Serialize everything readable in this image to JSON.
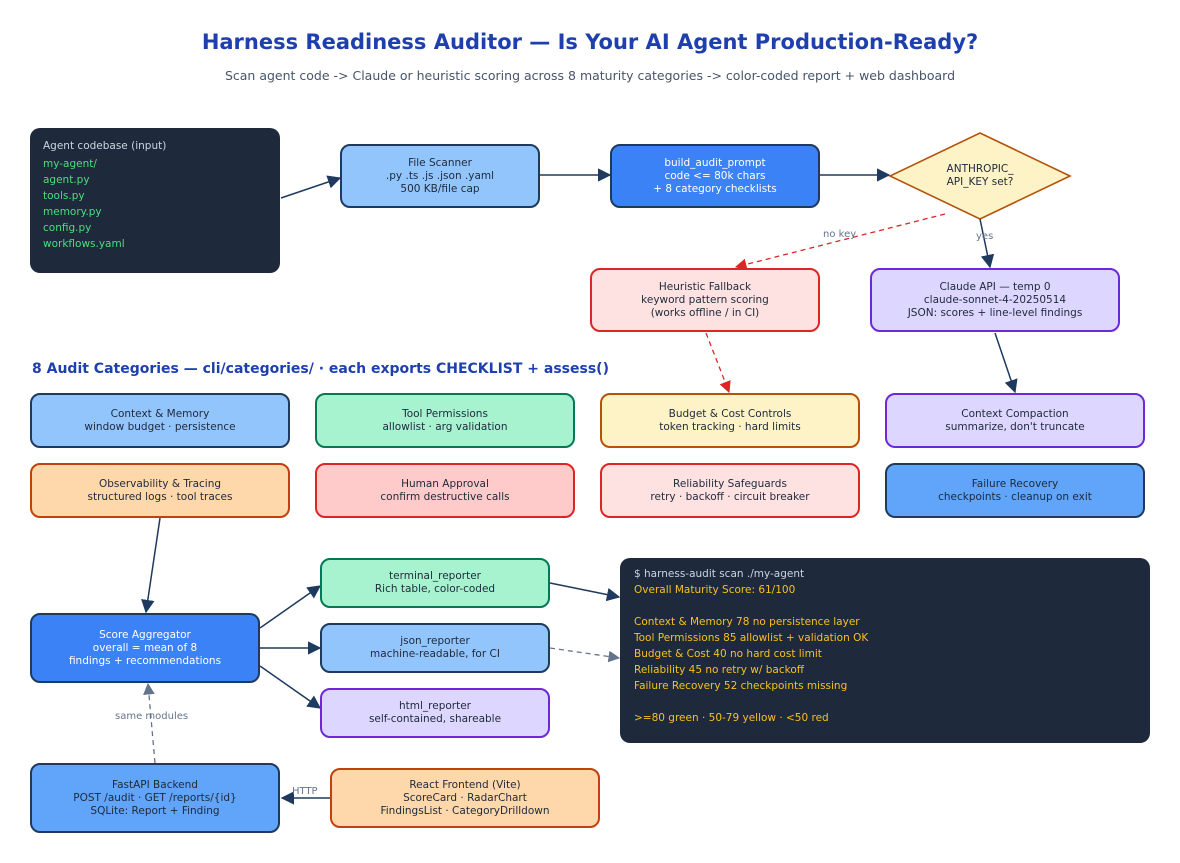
{
  "title": "Harness Readiness Auditor — Is Your AI Agent Production-Ready?",
  "subtitle": "Scan agent code -> Claude or heuristic scoring across 8 maturity categories -> color-coded report + web dashboard",
  "codebase": {
    "heading": "Agent codebase (input)",
    "files": [
      "my-agent/",
      "agent.py",
      "tools.py",
      "memory.py",
      "config.py",
      "workflows.yaml"
    ]
  },
  "scanner": [
    "File Scanner",
    ".py .ts .js .json .yaml",
    "500 KB/file cap"
  ],
  "prompt": [
    "build_audit_prompt",
    "code <= 80k chars",
    "+ 8 category checklists"
  ],
  "decision": [
    "ANTHROPIC_",
    "API_KEY set?"
  ],
  "edge_labels": {
    "no_key": "no key",
    "yes": "yes",
    "same_modules": "same modules",
    "http": "HTTP"
  },
  "heuristic": [
    "Heuristic Fallback",
    "keyword pattern scoring",
    "(works offline / in CI)"
  ],
  "claude": [
    "Claude API — temp 0",
    "claude-sonnet-4-20250514",
    "JSON: scores + line-level findings"
  ],
  "section_title": "8 Audit Categories — cli/categories/ · each exports CHECKLIST + assess()",
  "categories": [
    [
      "Context & Memory",
      "window budget · persistence"
    ],
    [
      "Tool Permissions",
      "allowlist · arg validation"
    ],
    [
      "Budget & Cost Controls",
      "token tracking · hard limits"
    ],
    [
      "Context Compaction",
      "summarize, don't truncate"
    ],
    [
      "Observability & Tracing",
      "structured logs · tool traces"
    ],
    [
      "Human Approval",
      "confirm destructive calls"
    ],
    [
      "Reliability Safeguards",
      "retry · backoff · circuit breaker"
    ],
    [
      "Failure Recovery",
      "checkpoints · cleanup on exit"
    ]
  ],
  "aggregator": [
    "Score Aggregator",
    "overall = mean of 8",
    "findings + recommendations"
  ],
  "terminal_reporter": [
    "terminal_reporter",
    "Rich table, color-coded"
  ],
  "json_reporter": [
    "json_reporter",
    "machine-readable, for CI"
  ],
  "html_reporter": [
    "html_reporter",
    "self-contained, shareable"
  ],
  "terminal": {
    "command": "$ harness-audit scan ./my-agent",
    "score": "Overall Maturity Score: 61/100",
    "lines": [
      "Context & Memory 78 no persistence layer",
      "Tool Permissions 85 allowlist + validation OK",
      "Budget & Cost 40 no hard cost limit",
      "Reliability 45 no retry w/ backoff",
      "Failure Recovery 52 checkpoints missing"
    ],
    "legend": ">=80 green · 50-79 yellow · <50 red"
  },
  "backend": [
    "FastAPI Backend",
    "POST /audit · GET /reports/{id}",
    "SQLite: Report + Finding"
  ],
  "frontend": [
    "React Frontend (Vite)",
    "ScoreCard · RadarChart",
    "FindingsList · CategoryDrilldown"
  ],
  "colors": {
    "title": "#1e40af",
    "dark": "#1e293b",
    "green_text": "#4ade80",
    "yellow_text": "#fbbf24",
    "edge": "#1e3a5f",
    "edge_red": "#dc2626",
    "edge_gray": "#64748b"
  }
}
